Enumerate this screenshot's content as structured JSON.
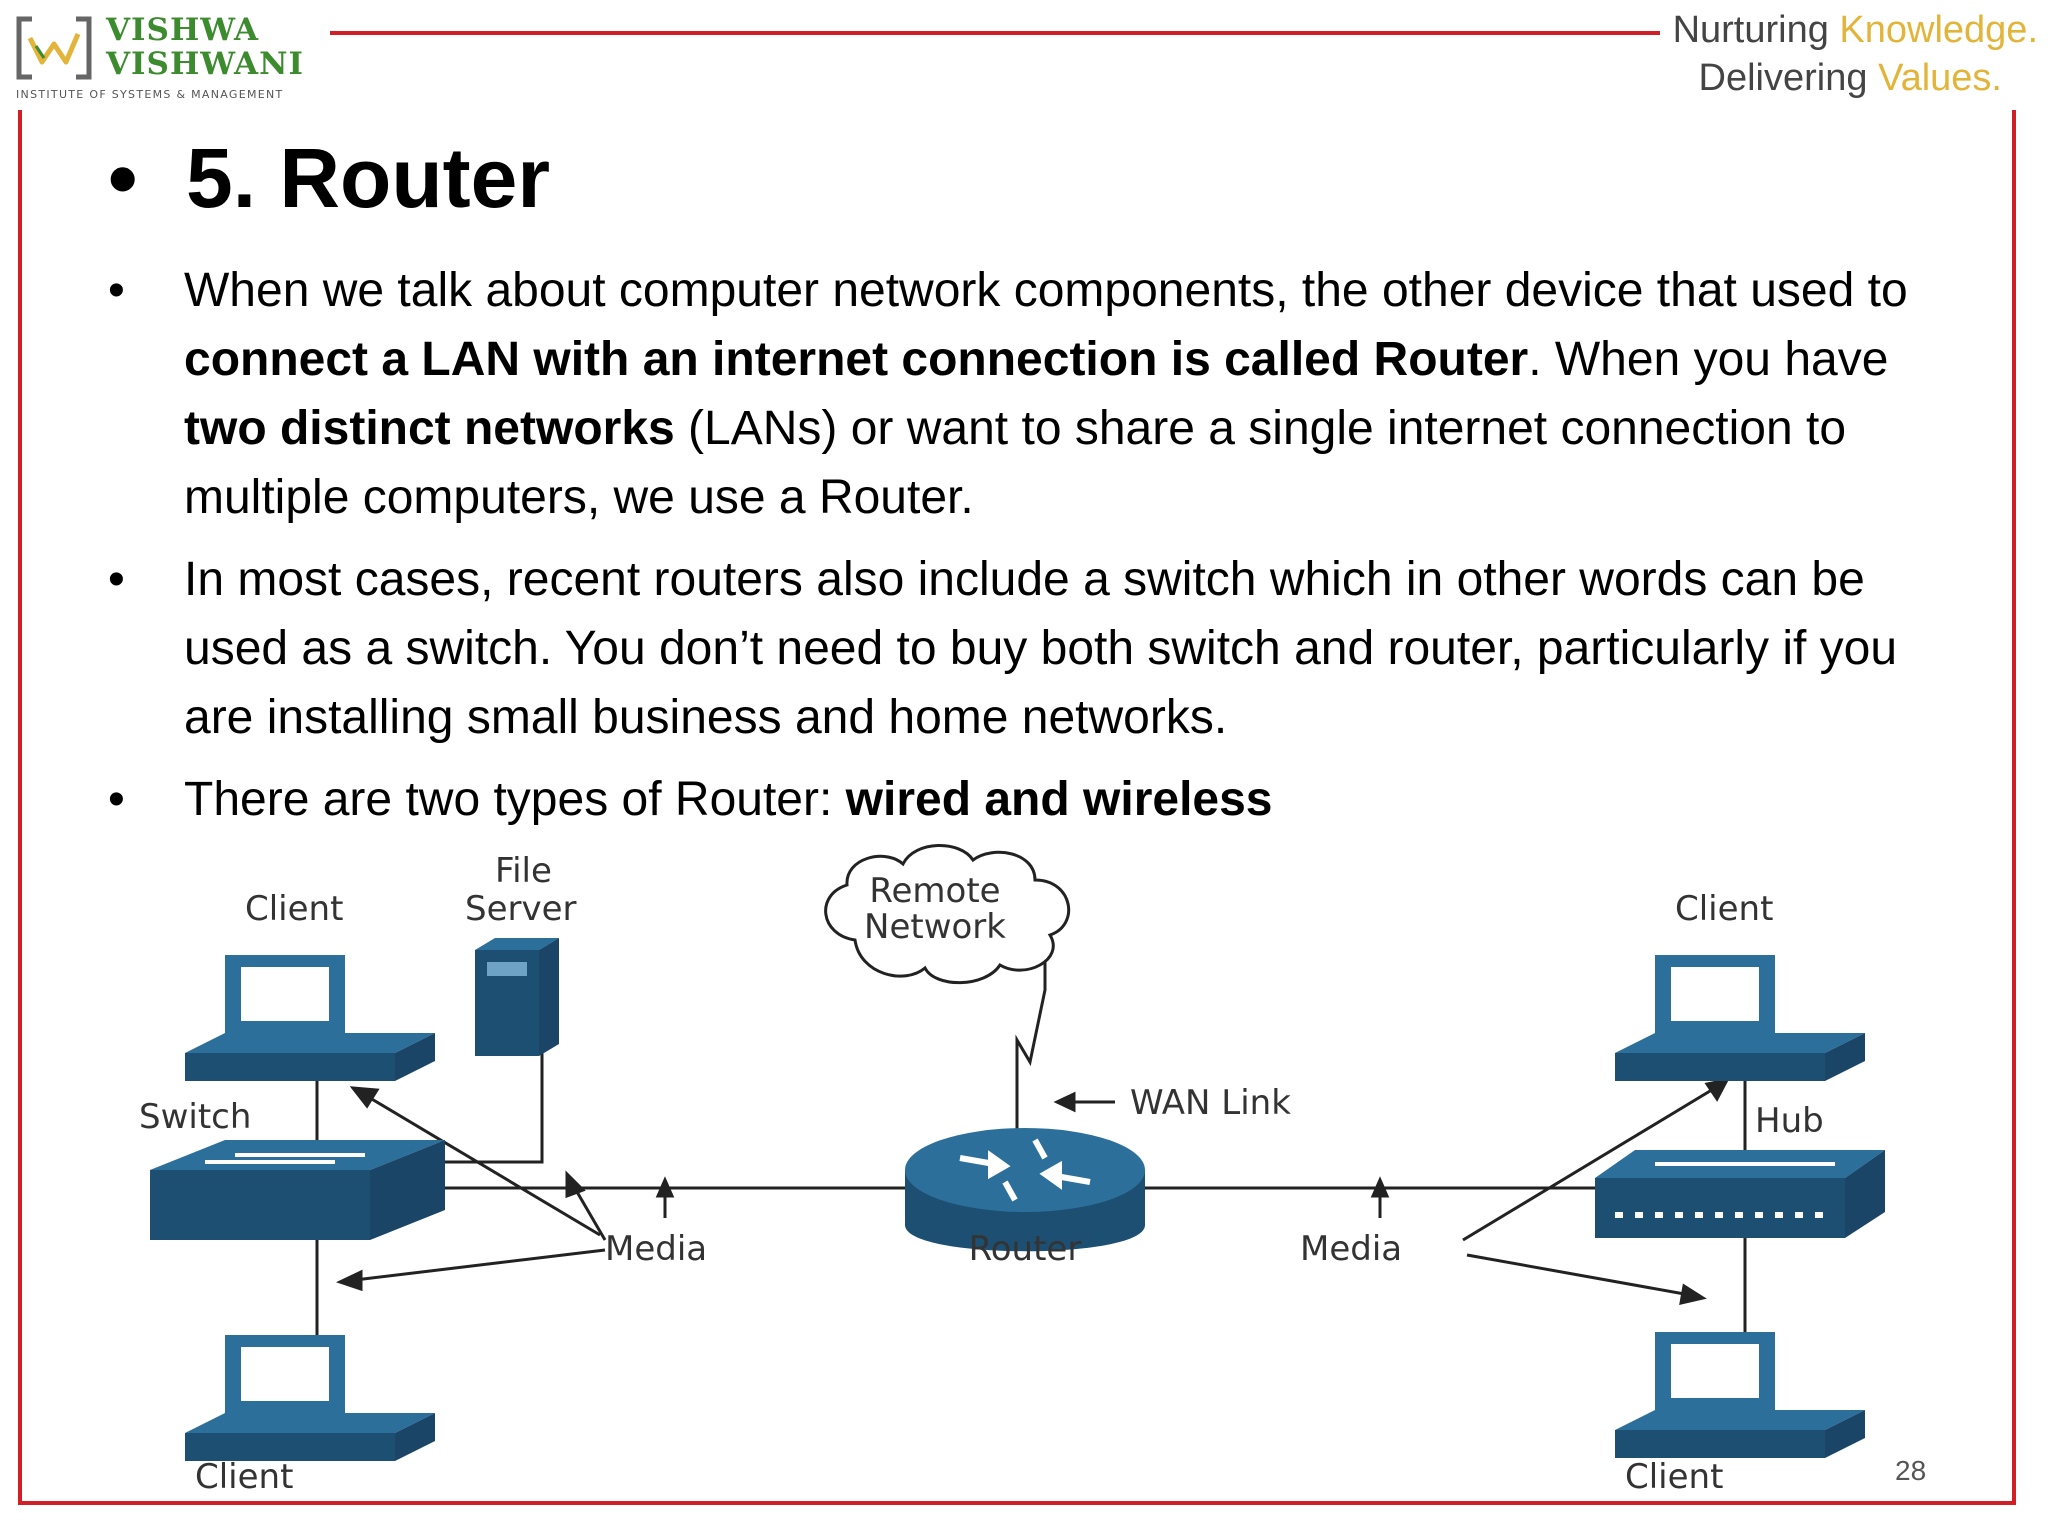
{
  "header": {
    "logo_line1": "VISHWA",
    "logo_line2": "VISHWANI",
    "logo_sub": "INSTITUTE OF SYSTEMS & MANAGEMENT",
    "tagline": [
      {
        "plain": "Nurturing ",
        "highlight": "Knowledge."
      },
      {
        "plain": "Delivering ",
        "highlight": "Values."
      }
    ]
  },
  "slide": {
    "bullet_symbol": "•",
    "title": "5. Router",
    "bullets": [
      [
        {
          "t": "When we talk about computer network components, the other device that used to ",
          "b": false
        },
        {
          "t": "connect a LAN with an internet connection is called Router",
          "b": true
        },
        {
          "t": ". When you have ",
          "b": false
        },
        {
          "t": "two distinct networks",
          "b": true
        },
        {
          "t": " (LANs) or want to share a single internet connection to multiple computers, we use a Router.",
          "b": false
        }
      ],
      [
        {
          "t": "In most cases, recent routers also include a switch which in other words can be used as a switch. You don’t need to buy both switch and router, particularly if you are installing small business and home networks.",
          "b": false
        }
      ],
      [
        {
          "t": "There are two types of Router: ",
          "b": false
        },
        {
          "t": "wired and wireless",
          "b": true
        }
      ]
    ],
    "page_number": "28"
  },
  "diagram": {
    "labels": {
      "client_top_left": "Client",
      "file_server_1": "File",
      "file_server_2": "Server",
      "remote_1": "Remote",
      "remote_2": "Network",
      "client_top_right": "Client",
      "switch": "Switch",
      "wan_link": "WAN Link",
      "hub": "Hub",
      "media_left": "Media",
      "router": "Router",
      "media_right": "Media",
      "client_bottom_left": "Client",
      "client_bottom_right": "Client"
    },
    "colors": {
      "device": "#2d6f9b",
      "device_dark": "#1d4f73",
      "line": "#222222"
    }
  }
}
